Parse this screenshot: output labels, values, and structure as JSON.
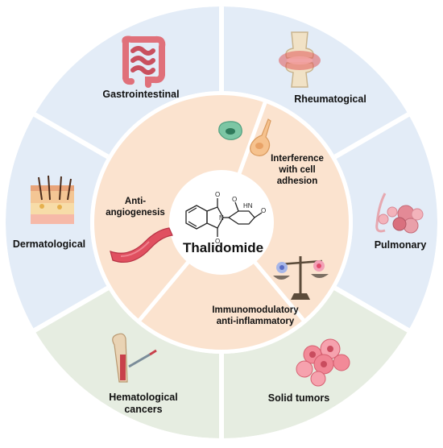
{
  "center": {
    "label": "Thalidomide"
  },
  "inner_segments": [
    {
      "label": "Interference\nwith cell\nadhesion"
    },
    {
      "label": "Immunomodulatory\nanti-inflammatory"
    },
    {
      "label": "Anti-\nangiogenesis"
    }
  ],
  "outer_segments": [
    {
      "label": "Gastrointestinal",
      "icon": "intestine-icon"
    },
    {
      "label": "Rheumatogical",
      "icon": "joint-icon"
    },
    {
      "label": "Pulmonary",
      "icon": "lungs-alveoli-icon"
    },
    {
      "label": "Solid tumors",
      "icon": "tumor-cells-icon"
    },
    {
      "label": "Hematological\ncancers",
      "icon": "bone-syringe-icon"
    },
    {
      "label": "Dermatological",
      "icon": "skin-layers-icon"
    }
  ],
  "colors": {
    "outer_blue": "#e3ecf7",
    "outer_green": "#e6ede1",
    "inner_peach": "#fbe3cf",
    "divider": "#ffffff",
    "center": "#ffffff"
  }
}
